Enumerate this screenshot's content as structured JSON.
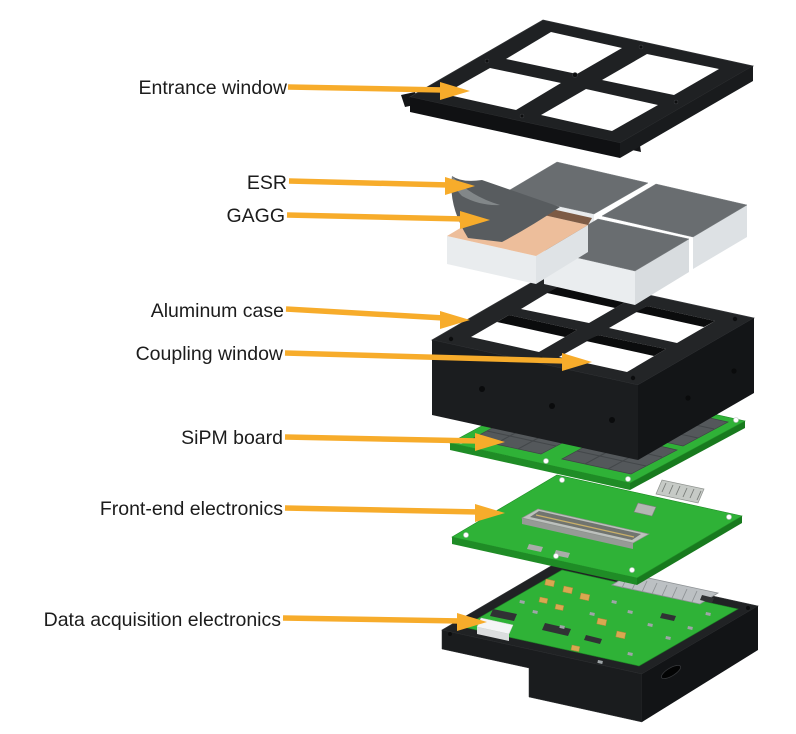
{
  "figure": {
    "type": "exploded-view-diagram",
    "subject": "Scintillation detector module assembly",
    "background": "#FFFFFF"
  },
  "colors": {
    "arrow": "#F7AC2B",
    "label_text": "#1C1C1C",
    "pcb_green": "#2FB237",
    "pcb_edge_green": "#1F8C26",
    "case_black": "#232527",
    "crystal_top_gray": "#696D70",
    "crystal_side_white": "#E9ECEE",
    "gagg_copper": "#EDBE9B",
    "esr_foil_gray": "#585C5F",
    "sipm_array_gray": "#54585B",
    "connector_gray": "#BDC1BD"
  },
  "labels": [
    {
      "id": "entrance-window",
      "text": "Entrance window"
    },
    {
      "id": "esr",
      "text": "ESR"
    },
    {
      "id": "gagg",
      "text": "GAGG"
    },
    {
      "id": "aluminum-case",
      "text": "Aluminum case"
    },
    {
      "id": "coupling-window",
      "text": "Coupling window"
    },
    {
      "id": "sipm-board",
      "text": "SiPM board"
    },
    {
      "id": "front-end-electronics",
      "text": "Front-end electronics"
    },
    {
      "id": "data-acquisition-electronics",
      "text": "Data acquisition electronics"
    }
  ]
}
